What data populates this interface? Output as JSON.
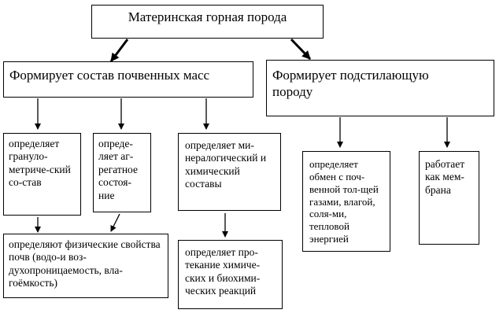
{
  "root": "Материнская горная порода",
  "branch_left": "Формирует состав почвенных масс",
  "branch_right": "Формирует подстилающую породу",
  "granulometric": "определяет грануло-метриче-ский со-став",
  "aggregate": "опреде-ляет аг-регатное состоя-ние",
  "mineralogical": "определяет ми-нералогический и химический составы",
  "physical_props": "определяют физические свойства почв (водо-и воз-духопроницаемость, вла-гоёмкость)",
  "chemical_processes": "определяет про-текание химиче-ских и биохими-ческих реакций",
  "exchange": "определяет обмен с поч-венной тол-щей газами, влагой, соля-ми, тепловой энергией",
  "membrane": "работает как мем-брана"
}
